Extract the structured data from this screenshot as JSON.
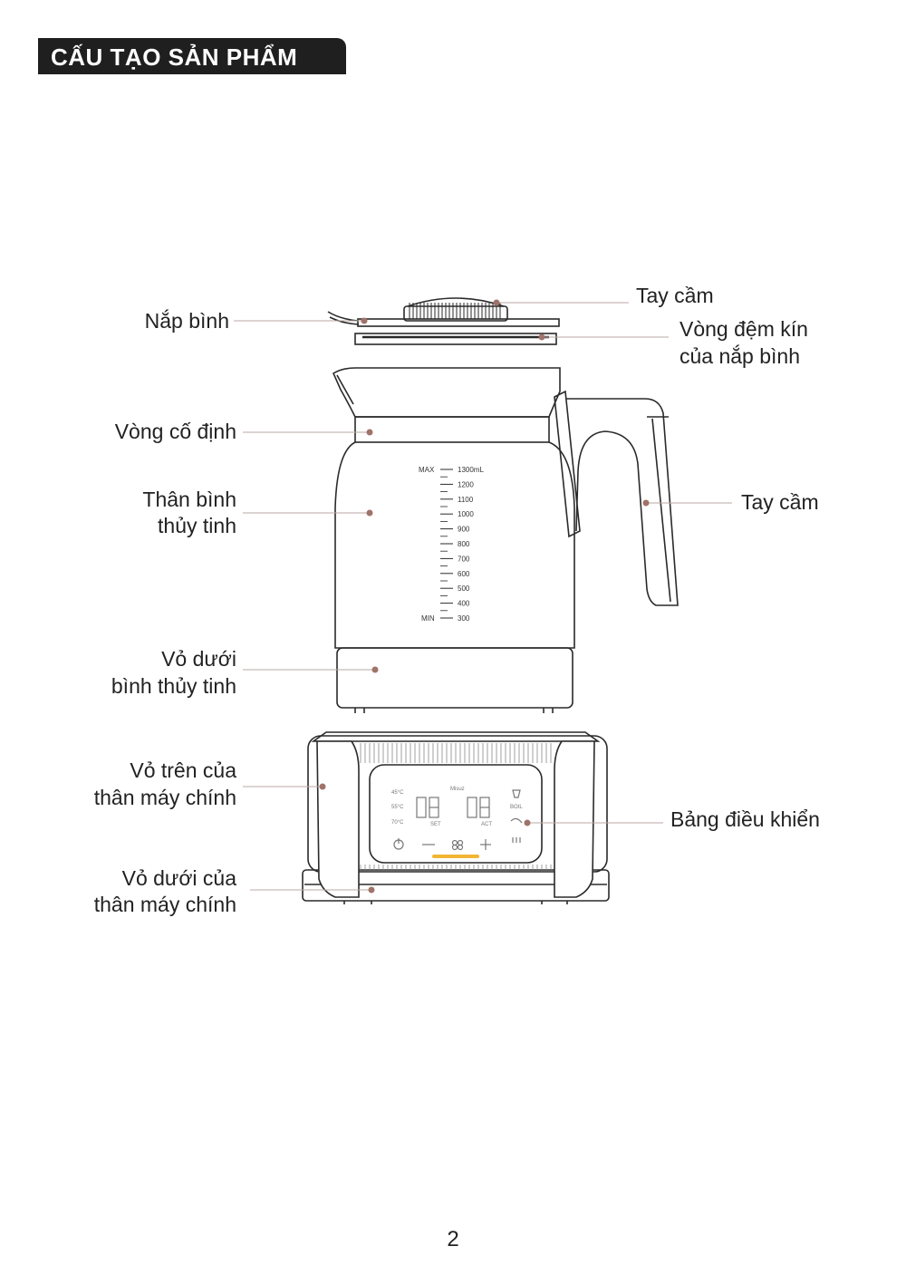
{
  "header": {
    "title": "CẤU TẠO SẢN PHẨM"
  },
  "labels": {
    "nap_binh": "Nắp bình",
    "tay_cam_top": "Tay cầm",
    "vong_dem_1": "Vòng đệm kín",
    "vong_dem_2": "của nắp bình",
    "vong_co_dinh": "Vòng cố định",
    "than_binh_1": "Thân bình",
    "than_binh_2": "thủy tinh",
    "tay_cam_side": "Tay cầm",
    "vo_duoi_binh_1": "Vỏ dưới",
    "vo_duoi_binh_2": "bình thủy tinh",
    "vo_tren_1": "Vỏ trên của",
    "vo_tren_2": "thân máy chính",
    "bang_dieu_khien": "Bảng điều khiển",
    "vo_duoi_than_1": "Vỏ dưới của",
    "vo_duoi_than_2": "thân máy chính"
  },
  "scale": {
    "max_label": "MAX",
    "min_label": "MIN",
    "marks": [
      "1300mL",
      "1200",
      "1100",
      "1000",
      "900",
      "800",
      "700",
      "600",
      "500",
      "400",
      "300"
    ]
  },
  "panel": {
    "brand": "Misuz",
    "temps": [
      "45°C",
      "55°C",
      "70°C"
    ],
    "boil": "BOIL",
    "set": "SET",
    "act": "ACT"
  },
  "colors": {
    "dot": "#a0736a",
    "leader": "#b8a9a4",
    "line": "#2a2a2a",
    "accent": "#f2b632"
  },
  "footer": {
    "page_number": "2"
  }
}
